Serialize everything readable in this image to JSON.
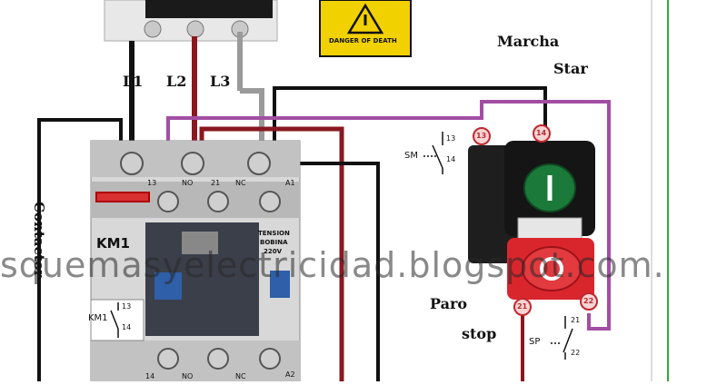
{
  "labels": {
    "phase_l1": "L1",
    "phase_l2": "L2",
    "phase_l3": "L3",
    "marcha": "Marcha",
    "star": "Star",
    "paro": "Paro",
    "stop": "stop",
    "contactor": "Contactor",
    "warning": "DANGER OF DEATH",
    "km1": "KM1",
    "coil_voltage_1": "TENSION",
    "coil_voltage_2": "BOBINA",
    "coil_voltage_3": "220V",
    "sm": "SM",
    "sp": "SP",
    "km1_aux": "KM1",
    "watermark": "squemasyelectricidad.blogspot.com."
  },
  "terminals": {
    "t13": "13",
    "tno": "NO",
    "t21": "21",
    "tnc": "NC",
    "ta1": "A1",
    "t14": "14",
    "tno_b": "NO",
    "tnc_b": "NC",
    "ta2": "A2",
    "aux13": "13",
    "aux14": "14",
    "sm13": "13",
    "sm14": "14",
    "sp21": "21",
    "sp22": "22"
  },
  "button_markers": {
    "m13": "13",
    "m14": "14",
    "m21": "21",
    "m22": "22"
  },
  "colors": {
    "black_wire": "#111111",
    "red_wire": "#8a1820",
    "grey_wire": "#9a9a9a",
    "purple_wire": "#a24ea4",
    "green_button": "#1b7a3a",
    "red_button": "#d9262d",
    "warning_yellow": "#f2d100",
    "marker_red": "#c0282e"
  }
}
